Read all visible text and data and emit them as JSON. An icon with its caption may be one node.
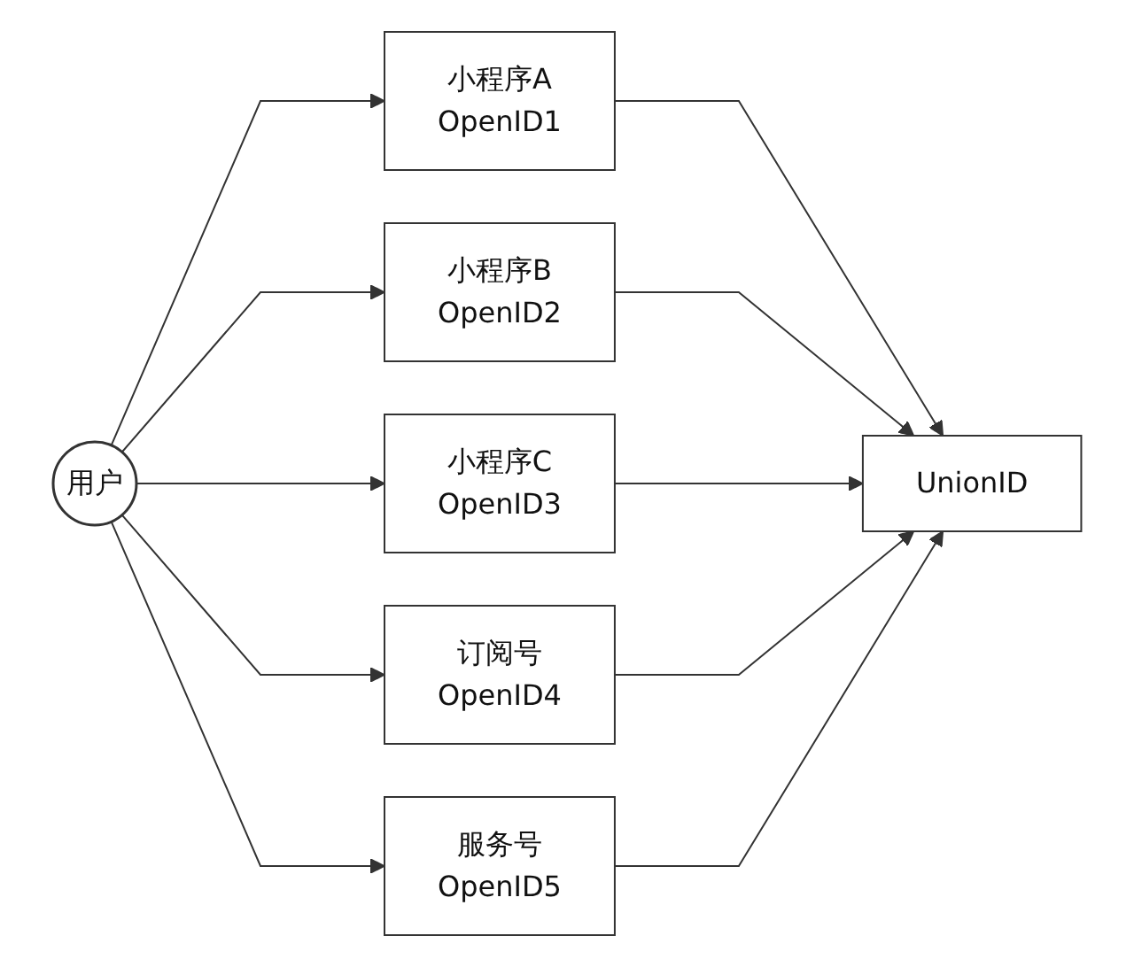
{
  "diagram": {
    "nodes": [
      {
        "text": [
          "用户"
        ]
      },
      {
        "text": [
          "小程序A",
          "OpenID1"
        ]
      },
      {
        "text": [
          "小程序B",
          "OpenID2"
        ]
      },
      {
        "text": [
          "小程序C",
          "OpenID3"
        ]
      },
      {
        "text": [
          "订阅号",
          "OpenID4"
        ]
      },
      {
        "text": [
          "服务号",
          "OpenID5"
        ]
      },
      {
        "text": [
          "UnionID"
        ]
      }
    ],
    "edges": [
      {
        "from": 0,
        "to": 1,
        "arrow": "to"
      },
      {
        "from": 0,
        "to": 2,
        "arrow": "to"
      },
      {
        "from": 0,
        "to": 3,
        "arrow": "to"
      },
      {
        "from": 0,
        "to": 4,
        "arrow": "to"
      },
      {
        "from": 0,
        "to": 5,
        "arrow": "to"
      },
      {
        "from": 1,
        "to": 6,
        "arrow": "to"
      },
      {
        "from": 2,
        "to": 6,
        "arrow": "to"
      },
      {
        "from": 3,
        "to": 6,
        "arrow": "to"
      },
      {
        "from": 4,
        "to": 6,
        "arrow": "to"
      },
      {
        "from": 5,
        "to": 6,
        "arrow": "to"
      }
    ]
  }
}
